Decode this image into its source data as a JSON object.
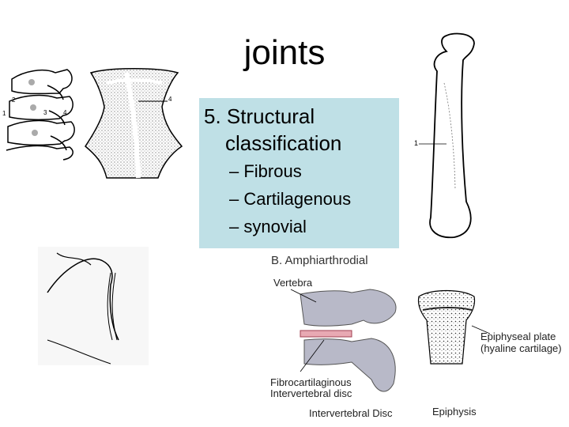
{
  "slide": {
    "title": "joints",
    "heading_line1": "5. Structural",
    "heading_line2": "classification",
    "bullets": [
      "– Fibrous",
      "– Cartilagenous",
      "– synovial"
    ]
  },
  "figures": {
    "amphiarthrodial": {
      "caption": "B. Amphiarthrodial",
      "vertebra": "Vertebra",
      "fibro_line1": "Fibrocartilaginous",
      "fibro_line2": "Intervertebral disc",
      "bottom_label": "Intervertebral Disc"
    },
    "epiphysis": {
      "plate_line1": "Epiphyseal plate",
      "plate_line2": "(hyaline cartilage)",
      "bottom_label": "Epiphysis"
    },
    "spine_labels": [
      "1",
      "2",
      "3",
      "4"
    ],
    "sternum_label": "4",
    "bone_label": "1"
  }
}
